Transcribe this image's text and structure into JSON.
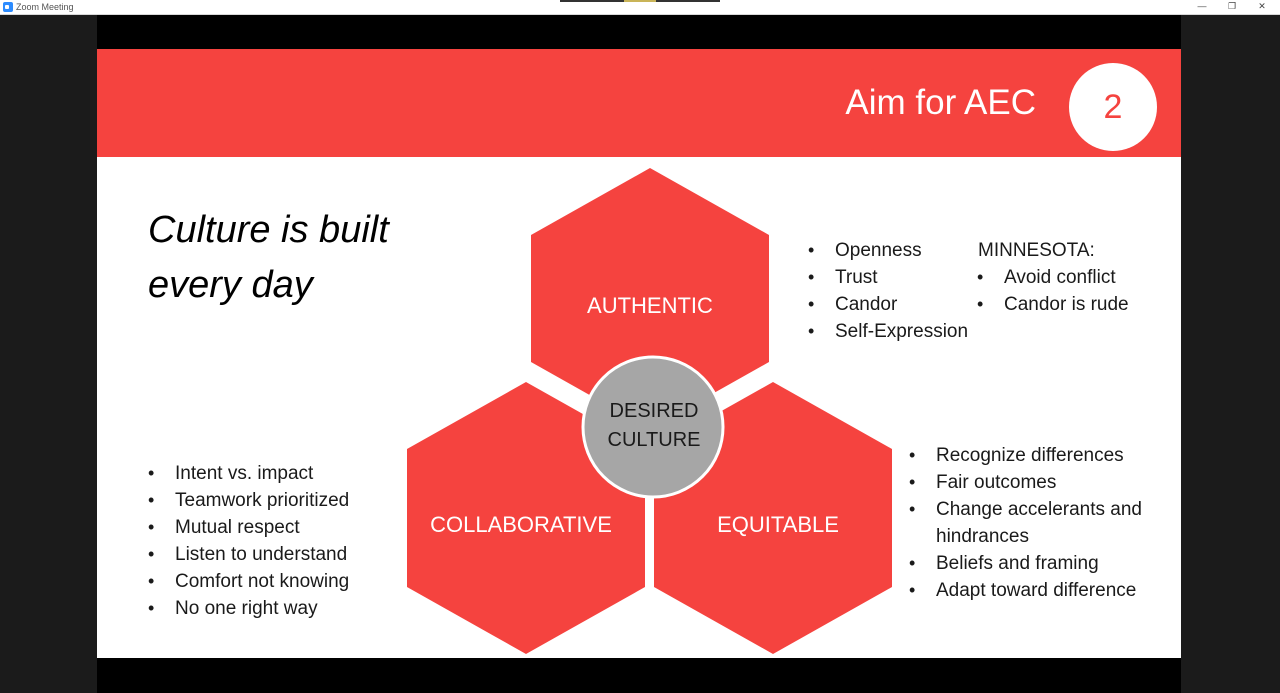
{
  "window": {
    "title": "Zoom Meeting",
    "controls": {
      "minimize": "—",
      "restore": "❐",
      "close": "✕"
    }
  },
  "slide": {
    "title": "Aim for AEC",
    "number": "2",
    "headline_line1": "Culture is built",
    "headline_line2": "every day",
    "hexagons": {
      "authentic": "AUTHENTIC",
      "collaborative": "COLLABORATIVE",
      "equitable": "EQUITABLE"
    },
    "center": {
      "line1": "DESIRED",
      "line2": "CULTURE"
    },
    "authentic_bullets": [
      "Openness",
      "Trust",
      "Candor",
      "Self-Expression"
    ],
    "minnesota": {
      "heading": "MINNESOTA:",
      "bullets": [
        "Avoid conflict",
        "Candor is rude"
      ]
    },
    "collaborative_bullets": [
      "Intent vs. impact",
      "Teamwork prioritized",
      "Mutual respect",
      "Listen to understand",
      "Comfort not knowing",
      "No one right way"
    ],
    "equitable_bullets": [
      "Recognize differences",
      "Fair outcomes",
      "Change accelerants and hindrances",
      "Beliefs and framing",
      "Adapt toward difference"
    ]
  },
  "colors": {
    "accent": "#f5433f",
    "center_circle": "#a6a6a6",
    "zoom_blue": "#2d8cff"
  }
}
